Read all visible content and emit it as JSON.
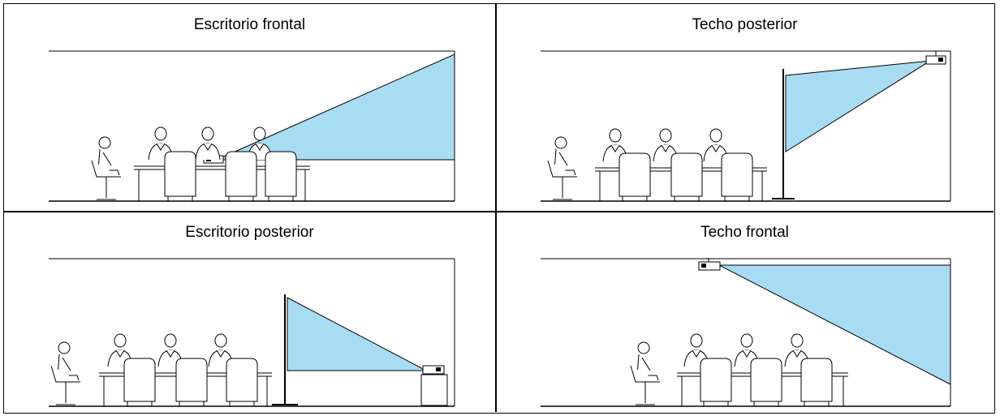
{
  "panels": [
    {
      "id": "tl",
      "title": "Escritorio frontal"
    },
    {
      "id": "tr",
      "title": "Techo posterior"
    },
    {
      "id": "bl",
      "title": "Escritorio posterior"
    },
    {
      "id": "br",
      "title": "Techo frontal"
    }
  ],
  "colors": {
    "beam": "#a8dcf2",
    "line": "#000000",
    "background": "#ffffff"
  }
}
